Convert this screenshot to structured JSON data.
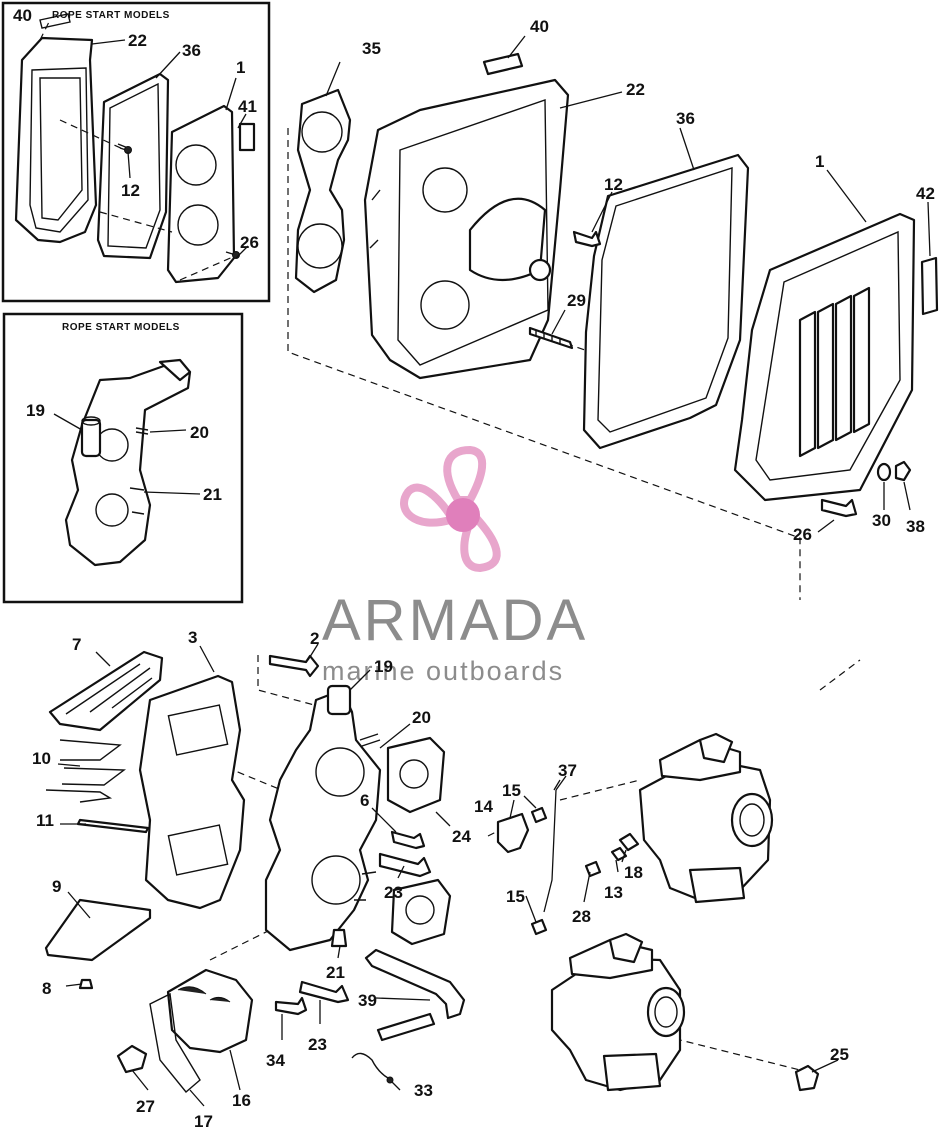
{
  "insets": [
    {
      "title": "ROPE START MODELS"
    },
    {
      "title": "ROPE START MODELS"
    }
  ],
  "callouts": {
    "c40a": "40",
    "c22a": "22",
    "c36a": "36",
    "c1a": "1",
    "c41": "41",
    "c12a": "12",
    "c26a": "26",
    "c19a": "19",
    "c20a": "20",
    "c21a": "21",
    "c35": "35",
    "c40b": "40",
    "c22b": "22",
    "c36b": "36",
    "c12b": "12",
    "c1b": "1",
    "c42": "42",
    "c29": "29",
    "c26b": "26",
    "c30": "30",
    "c38": "38",
    "c7": "7",
    "c3": "3",
    "c2": "2",
    "c19b": "19",
    "c20b": "20",
    "c10": "10",
    "c11": "11",
    "c9": "9",
    "c8": "8",
    "c6": "6",
    "c24": "24",
    "c23a": "23",
    "c21b": "21",
    "c14": "14",
    "c15a": "15",
    "c37": "37",
    "c13": "13",
    "c18": "18",
    "c28": "28",
    "c15b": "15",
    "c34": "34",
    "c23b": "23",
    "c39": "39",
    "c33": "33",
    "c27": "27",
    "c17": "17",
    "c16": "16",
    "c25": "25"
  },
  "watermark": {
    "brand": "ARMADA",
    "tagline": "marine outboards",
    "logo_color": "#e8a6cc",
    "logo_center_color": "#e07fbb"
  }
}
